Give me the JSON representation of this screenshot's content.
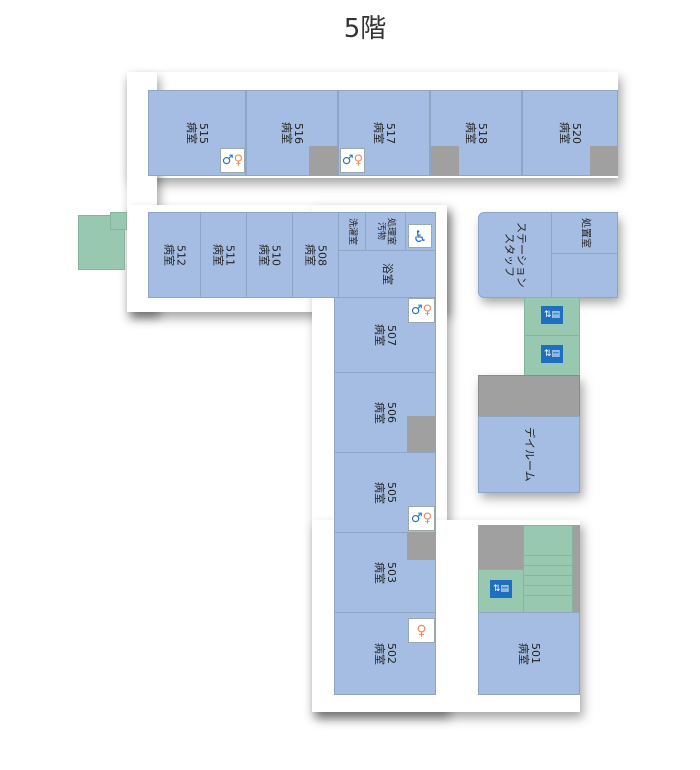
{
  "title": "5階",
  "room_prefix": "病室",
  "rooms": {
    "r515": "515",
    "r516": "516",
    "r517": "517",
    "r518": "518",
    "r520": "520",
    "r512": "512",
    "r511": "511",
    "r510": "510",
    "r508": "508",
    "r507": "507",
    "r506": "506",
    "r505": "505",
    "r503": "503",
    "r502": "502",
    "r501": "501"
  },
  "facilities": {
    "laundry": "洗濯室",
    "soiled_1": "汚物",
    "soiled_2": "処理室",
    "bath": "浴室",
    "staff_1": "スタッフ",
    "staff_2": "ステーション",
    "treatment": "処置室",
    "dayroom": "デイルーム"
  },
  "colors": {
    "room": "#a5bde2",
    "stairs": "#99c8b0",
    "utility": "#a0a0a0",
    "elevator": "#1e6fc0"
  }
}
